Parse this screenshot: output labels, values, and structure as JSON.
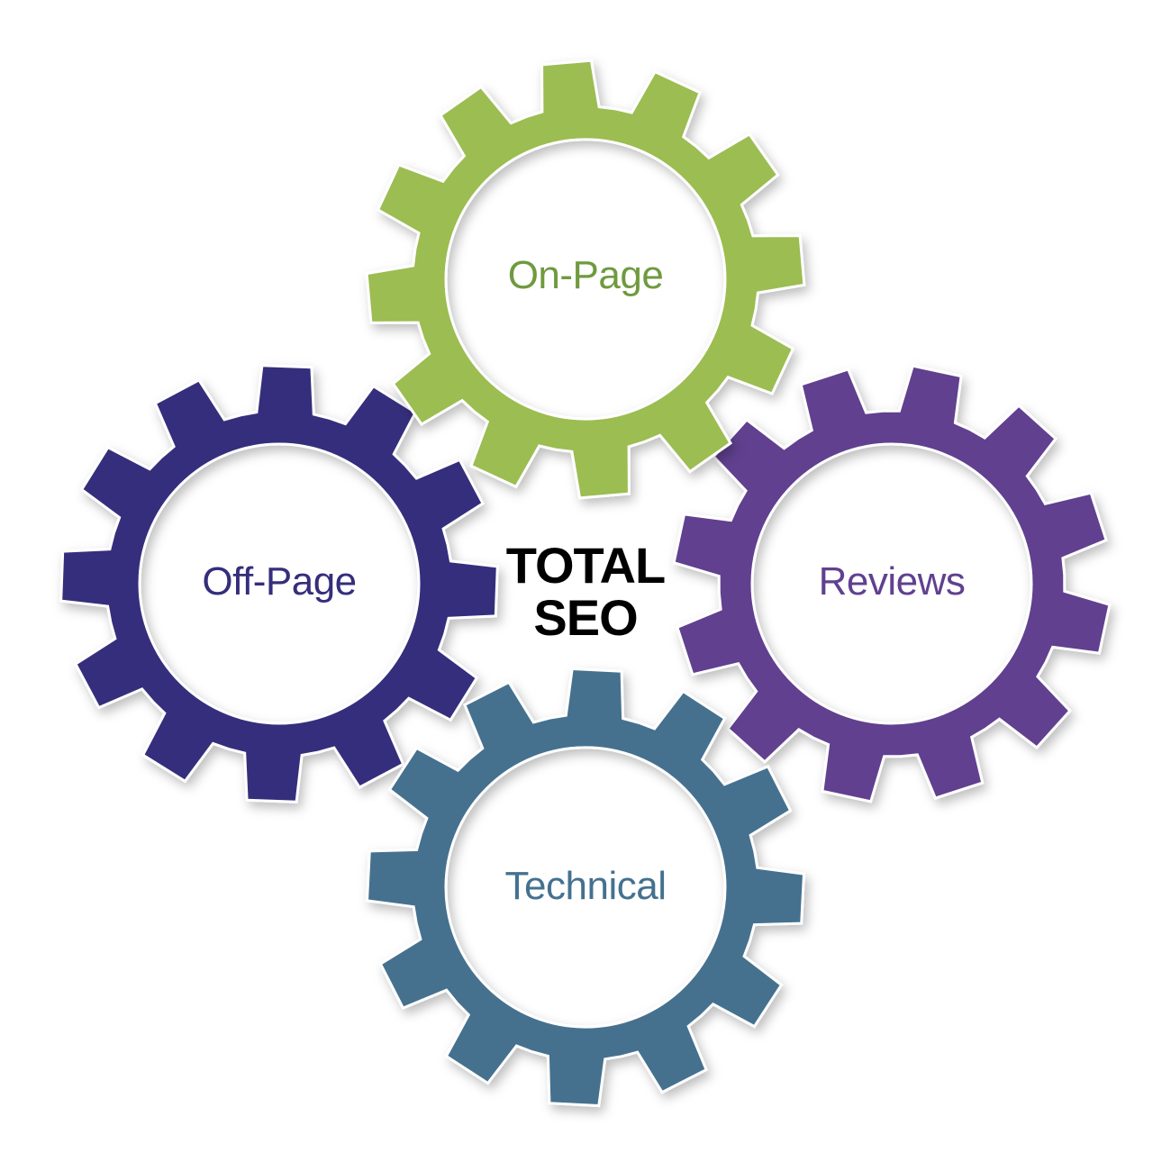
{
  "center_title": {
    "line1": "TOTAL",
    "line2": "SEO"
  },
  "gears": [
    {
      "id": "off-page",
      "label": "Off-Page",
      "color": "#342e7b",
      "text_color": "#342e7b"
    },
    {
      "id": "reviews",
      "label": "Reviews",
      "color": "#61408f",
      "text_color": "#61408f"
    },
    {
      "id": "on-page",
      "label": "On-Page",
      "color": "#9bbd51",
      "text_color": "#6f9a3f"
    },
    {
      "id": "technical",
      "label": "Technical",
      "color": "#44718f",
      "text_color": "#44718f"
    }
  ]
}
